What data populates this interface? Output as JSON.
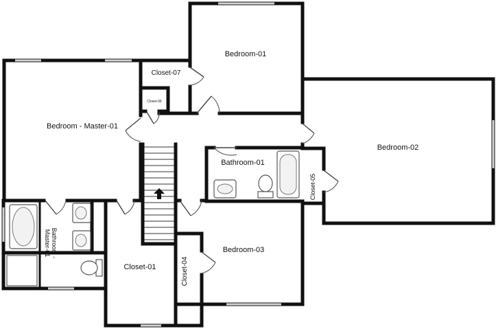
{
  "floor_plan": {
    "rooms": {
      "bedroom_master_01": "Bedroom - Master-01",
      "bedroom_01": "Bedroom-01",
      "bedroom_02": "Bedroom-02",
      "bedroom_03": "Bedroom-03",
      "bathroom_01": "Bathroom-01",
      "bathroom_master_01_line1": "Bathroom -",
      "bathroom_master_01_line2": "Master-01",
      "closet_01": "Closet-01",
      "closet_04": "Closet-04",
      "closet_05": "Closet-05",
      "closet_06": "Closet-06",
      "closet_07": "Closet-07"
    },
    "colors": {
      "wall": "#111111",
      "window": "#d4d4d4",
      "background": "#ffffff"
    },
    "icons": {
      "stairs_direction": "up-arrow-icon"
    }
  }
}
